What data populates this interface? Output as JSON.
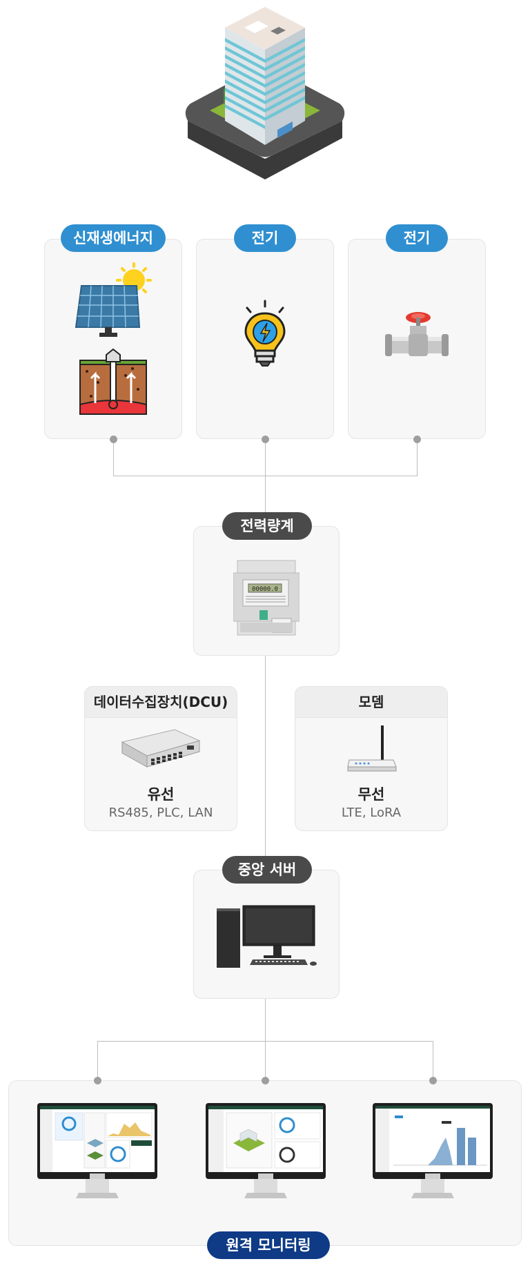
{
  "energy_sources": [
    {
      "label": "신재생에너지",
      "icons": [
        "solar-panel-icon",
        "geothermal-icon"
      ]
    },
    {
      "label": "전기",
      "icons": [
        "lightbulb-icon"
      ]
    },
    {
      "label": "전기",
      "icons": [
        "pipe-valve-icon"
      ]
    }
  ],
  "meter": {
    "label": "전력량계",
    "icon": "power-meter-icon"
  },
  "dcu": {
    "header": "데이터수집장치(DCU)",
    "title": "유선",
    "subtitle": "RS485, PLC, LAN",
    "icon": "network-switch-icon"
  },
  "modem": {
    "header": "모뎀",
    "title": "무선",
    "subtitle": "LTE,  LoRA",
    "icon": "wireless-router-icon"
  },
  "server": {
    "label": "중앙 서버",
    "icon": "desktop-computer-icon"
  },
  "monitoring": {
    "label": "원격 모니터링",
    "screens": [
      "dashboard-monitor-icon",
      "building-monitor-icon",
      "chart-monitor-icon"
    ]
  },
  "colors": {
    "pill_blue": "#2f8fd0",
    "pill_dark": "#4a4a4a",
    "pill_navy": "#0e3a86",
    "card_bg": "#f7f7f7",
    "line": "#bdbdbd"
  }
}
